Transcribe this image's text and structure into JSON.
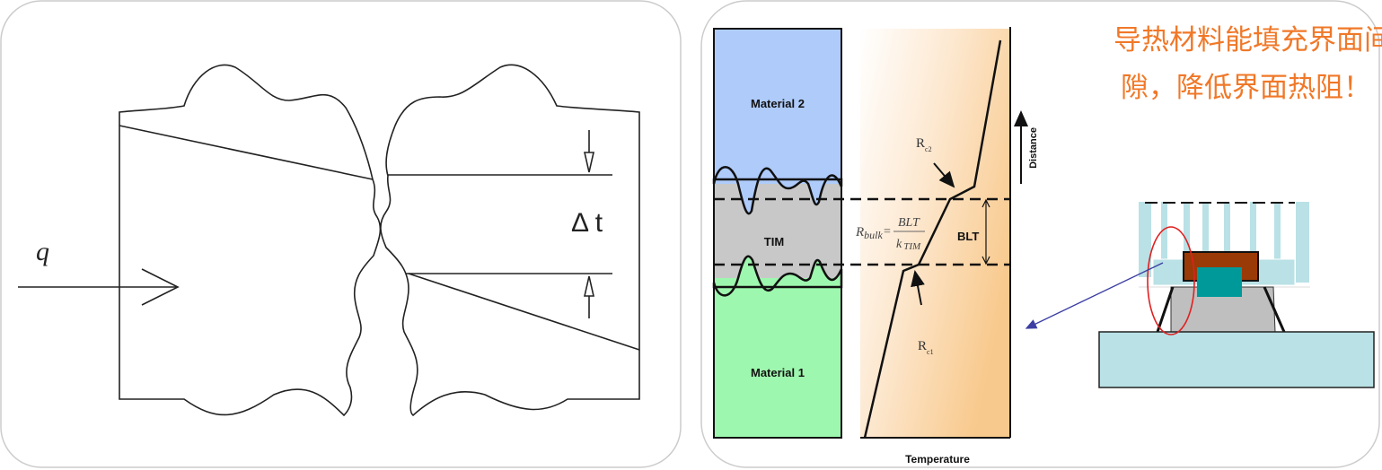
{
  "left_figure": {
    "heat_flux_label": "q",
    "gap_label": "Δ t"
  },
  "right_figure": {
    "material_top_label": "Material 2",
    "tim_label": "TIM",
    "material_bottom_label": "Material 1",
    "rc2_label": "R",
    "rc2_sub": "c2",
    "rc1_label": "R",
    "rc1_sub": "c1",
    "rbulk_lhs": "R",
    "rbulk_lhs_sub": "bulk",
    "rbulk_eq": "=",
    "rbulk_numerator": "BLT",
    "rbulk_denominator": "k",
    "rbulk_denominator_sub": "TIM",
    "blt_label": "BLT",
    "x_axis_label": "Temperature",
    "y_axis_label": "Distance"
  },
  "caption": {
    "line1": "导热材料能填充界面间",
    "line2": "隙，降低界面热阻！",
    "color": "#f07828"
  },
  "colors": {
    "material2": "#aecbfa",
    "tim": "#c8c8c8",
    "material1": "#9ef7ae",
    "gradient_end": "#f8c98c",
    "heatsink": "#b9e1e6",
    "chip_lid": "#9a3a06",
    "die": "#00999a",
    "highlight_circle": "#e02020",
    "pointer_arrow": "#3b3fa3"
  }
}
